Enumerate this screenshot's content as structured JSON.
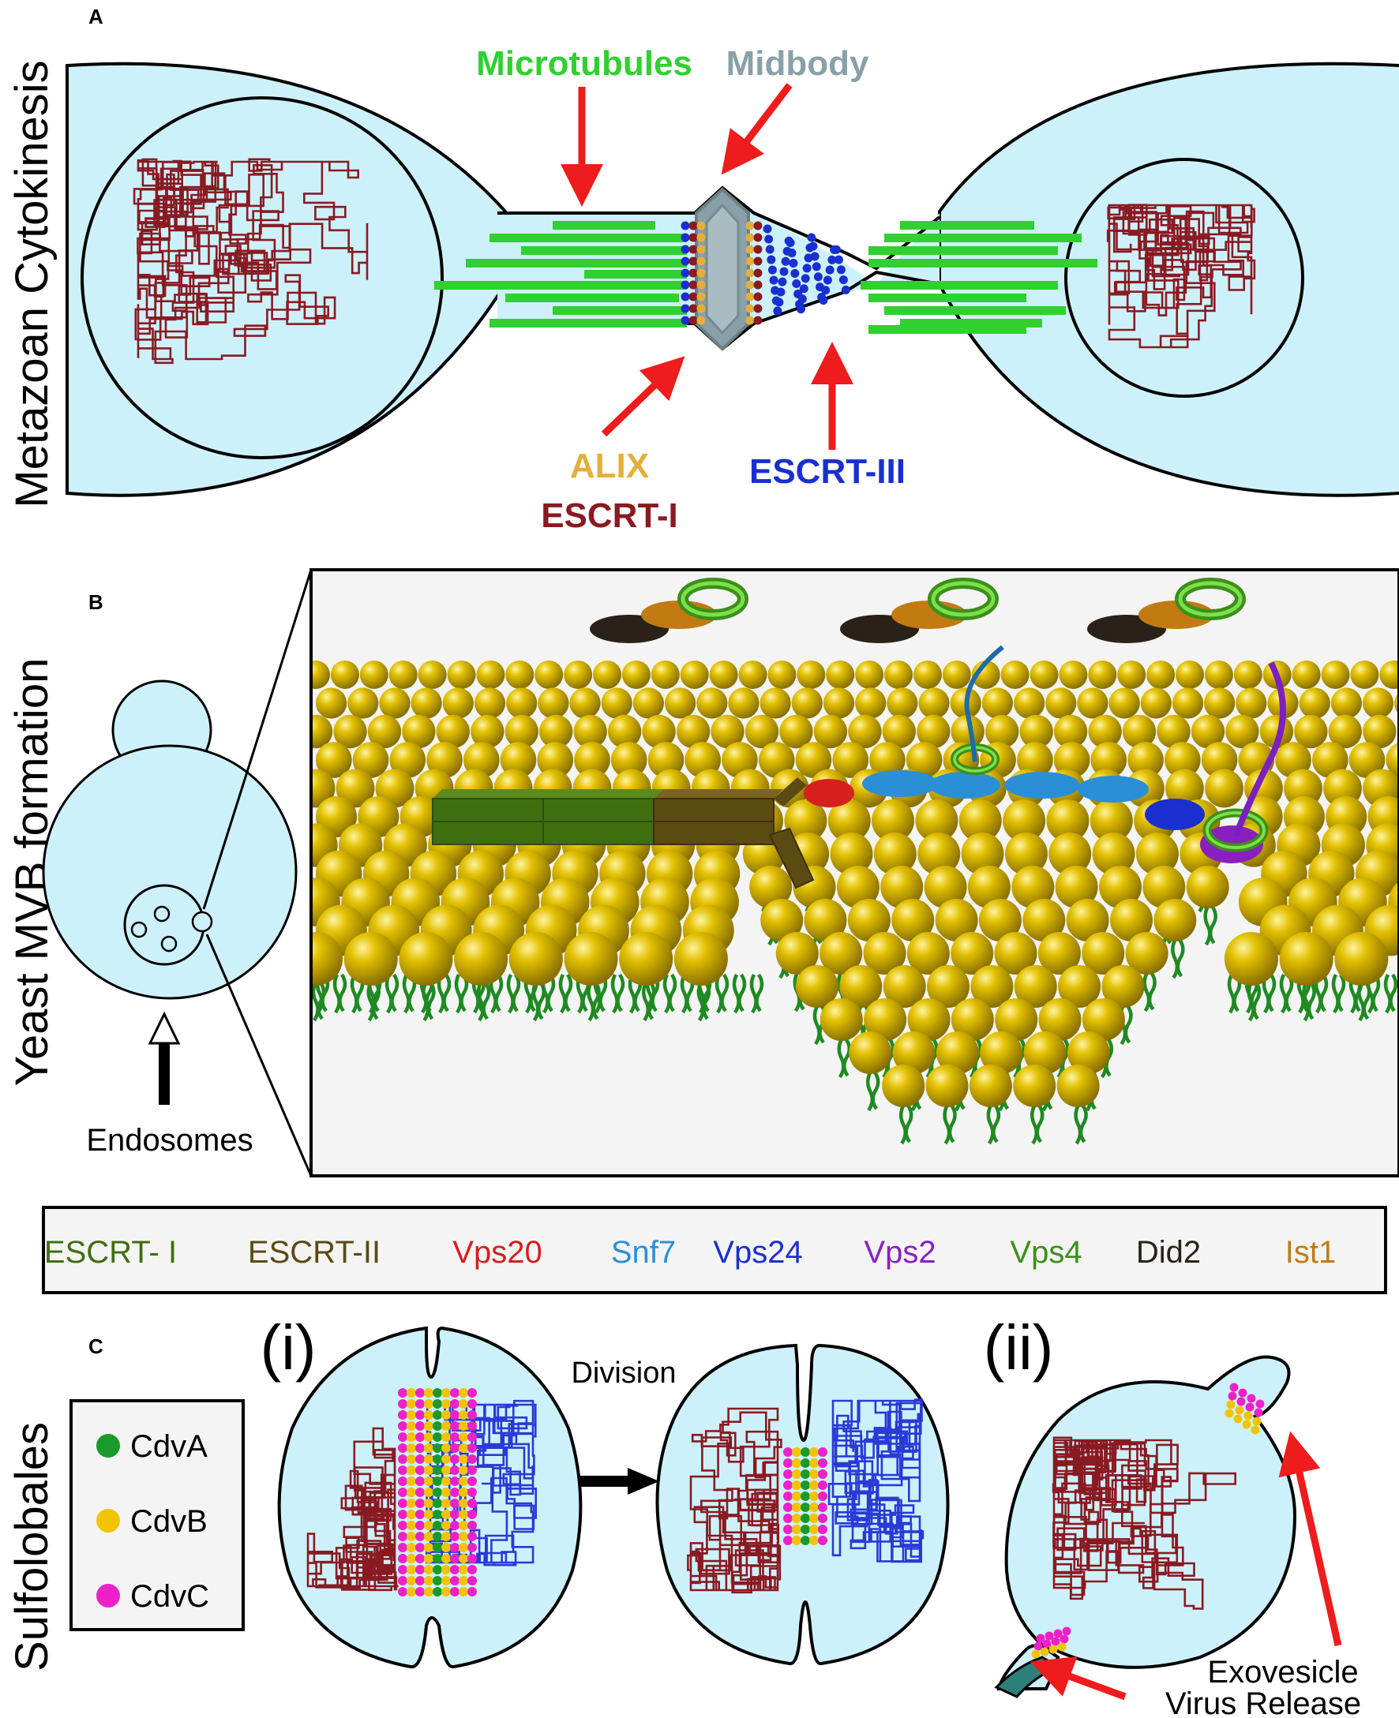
{
  "panel_a": {
    "letter": "A",
    "side_label": "Metazoan Cytokinesis",
    "microtubules": "Microtubules",
    "midbody": "Midbody",
    "alix": "ALIX",
    "escrt_i": "ESCRT-I",
    "escrt_iii": "ESCRT-III"
  },
  "panel_b": {
    "letter": "B",
    "side_label": "Yeast MVB formation",
    "endosomes": "Endosomes"
  },
  "legend_b": {
    "items": [
      {
        "label": "ESCRT- I",
        "color": "#3f6e0f"
      },
      {
        "label": "ESCRT-II",
        "color": "#5b4a12"
      },
      {
        "label": "Vps20",
        "color": "#d61f1f"
      },
      {
        "label": "Snf7",
        "color": "#2b8fd6"
      },
      {
        "label": "Vps24",
        "color": "#1a2fd0"
      },
      {
        "label": "Vps2",
        "color": "#8a1fc0"
      },
      {
        "label": "Vps4",
        "color": "#3c8f1a"
      },
      {
        "label": "Did2",
        "color": "#2a2218"
      },
      {
        "label": "Ist1",
        "color": "#c27a12"
      }
    ]
  },
  "panel_c": {
    "letter": "C",
    "side_label": "Sulfolobales",
    "sub_i": "(i)",
    "sub_ii": "(ii)",
    "division": "Division",
    "exovesicle": "Exovesicle",
    "virus_release": "Virus Release",
    "legend": [
      {
        "label": "CdvA",
        "color": "#1a9a2a"
      },
      {
        "label": "CdvB",
        "color": "#f2c400"
      },
      {
        "label": "CdvC",
        "color": "#ec22c8"
      }
    ]
  },
  "colors": {
    "cytoplasm": "#cdf1fa",
    "chromatin": "#8a1a22",
    "chromatin_blue": "#2a3ad6",
    "microtubule": "#2fd02f",
    "arrow": "#ee1c1c",
    "midbody": "#8aa0a8",
    "lipid_head": "#d2b000",
    "lipid_tail": "#1f8a22"
  }
}
